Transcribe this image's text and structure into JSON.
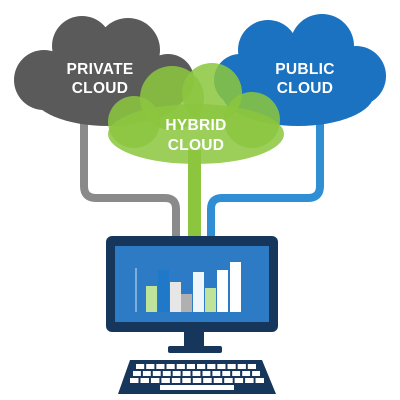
{
  "clouds": {
    "private": {
      "line1": "PRIVATE",
      "line2": "CLOUD",
      "color": "#5a5a5a"
    },
    "public": {
      "line1": "PUBLIC",
      "line2": "CLOUD",
      "color": "#1a72c1"
    },
    "hybrid": {
      "line1": "HYBRID",
      "line2": "CLOUD",
      "color": "#8cc63f"
    }
  },
  "connectors": {
    "private": "#8a8a8a",
    "hybrid": "#8cc63f",
    "public": "#2f8ed4"
  },
  "monitor": {
    "frame_color": "#16365c",
    "screen_color": "#2c7bc4",
    "bar_colors": [
      "#bfe39a",
      "#1f78c8",
      "#e6e6e6",
      "#b0b0b0",
      "#eef5fb",
      "#bfe39a",
      "#ffffff",
      "#ffffff"
    ]
  }
}
